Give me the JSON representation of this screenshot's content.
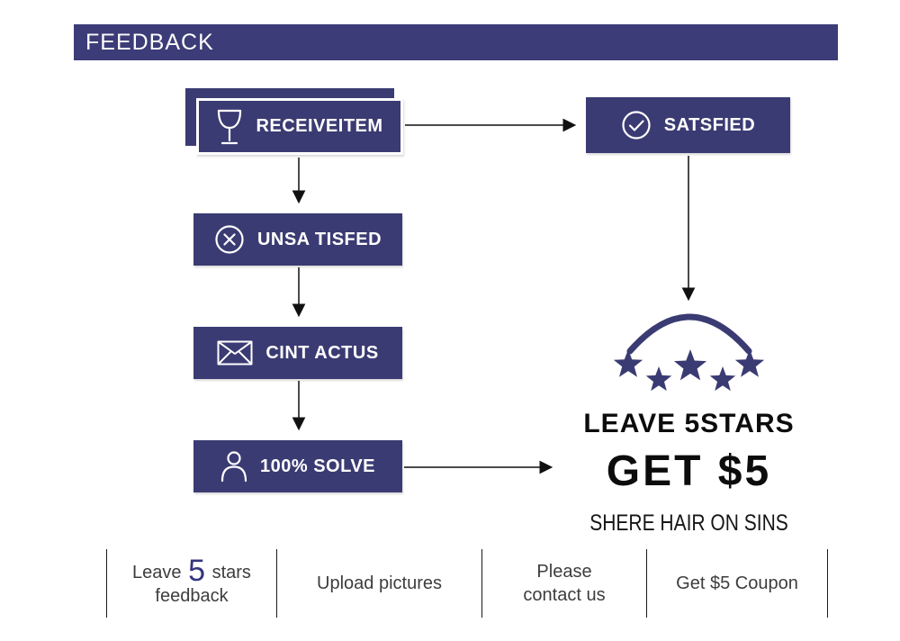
{
  "header": {
    "title": "FEEDBACK"
  },
  "colors": {
    "navy": "#3b3b73",
    "header_bg": "#3c3c78",
    "arrow_line": "#4a4a4a",
    "arrowhead": "#111111",
    "headline_text": "#0c0c0c",
    "footer_text": "#3d3d3d",
    "footer_accent_number": "#343480",
    "divider": "#1a1a1a",
    "box_text": "#ffffff"
  },
  "flow": {
    "receive": {
      "label": "RECEIVEITEM",
      "icon": "goblet-icon"
    },
    "satisfied": {
      "label": "SATSFIED",
      "icon": "check-circle-icon"
    },
    "unsatisfied": {
      "label": "UNSA TISFED",
      "icon": "x-circle-icon"
    },
    "contact": {
      "label": "CINT ACTUS",
      "icon": "envelope-icon"
    },
    "solve": {
      "label": "100% SOLVE",
      "icon": "person-icon"
    }
  },
  "reward": {
    "stars_count": 5,
    "stars_label": "LEAVE 5STARS",
    "amount_label": "GET $5",
    "brand_label": "SHERE HAIR ON SINS"
  },
  "footer": {
    "items": [
      {
        "pre": "Leave",
        "big": "5",
        "post": "stars",
        "line2": "feedback"
      },
      {
        "label": "Upload pictures"
      },
      {
        "line1": "Please",
        "line2": "contact us"
      },
      {
        "label": "Get $5 Coupon"
      }
    ]
  }
}
